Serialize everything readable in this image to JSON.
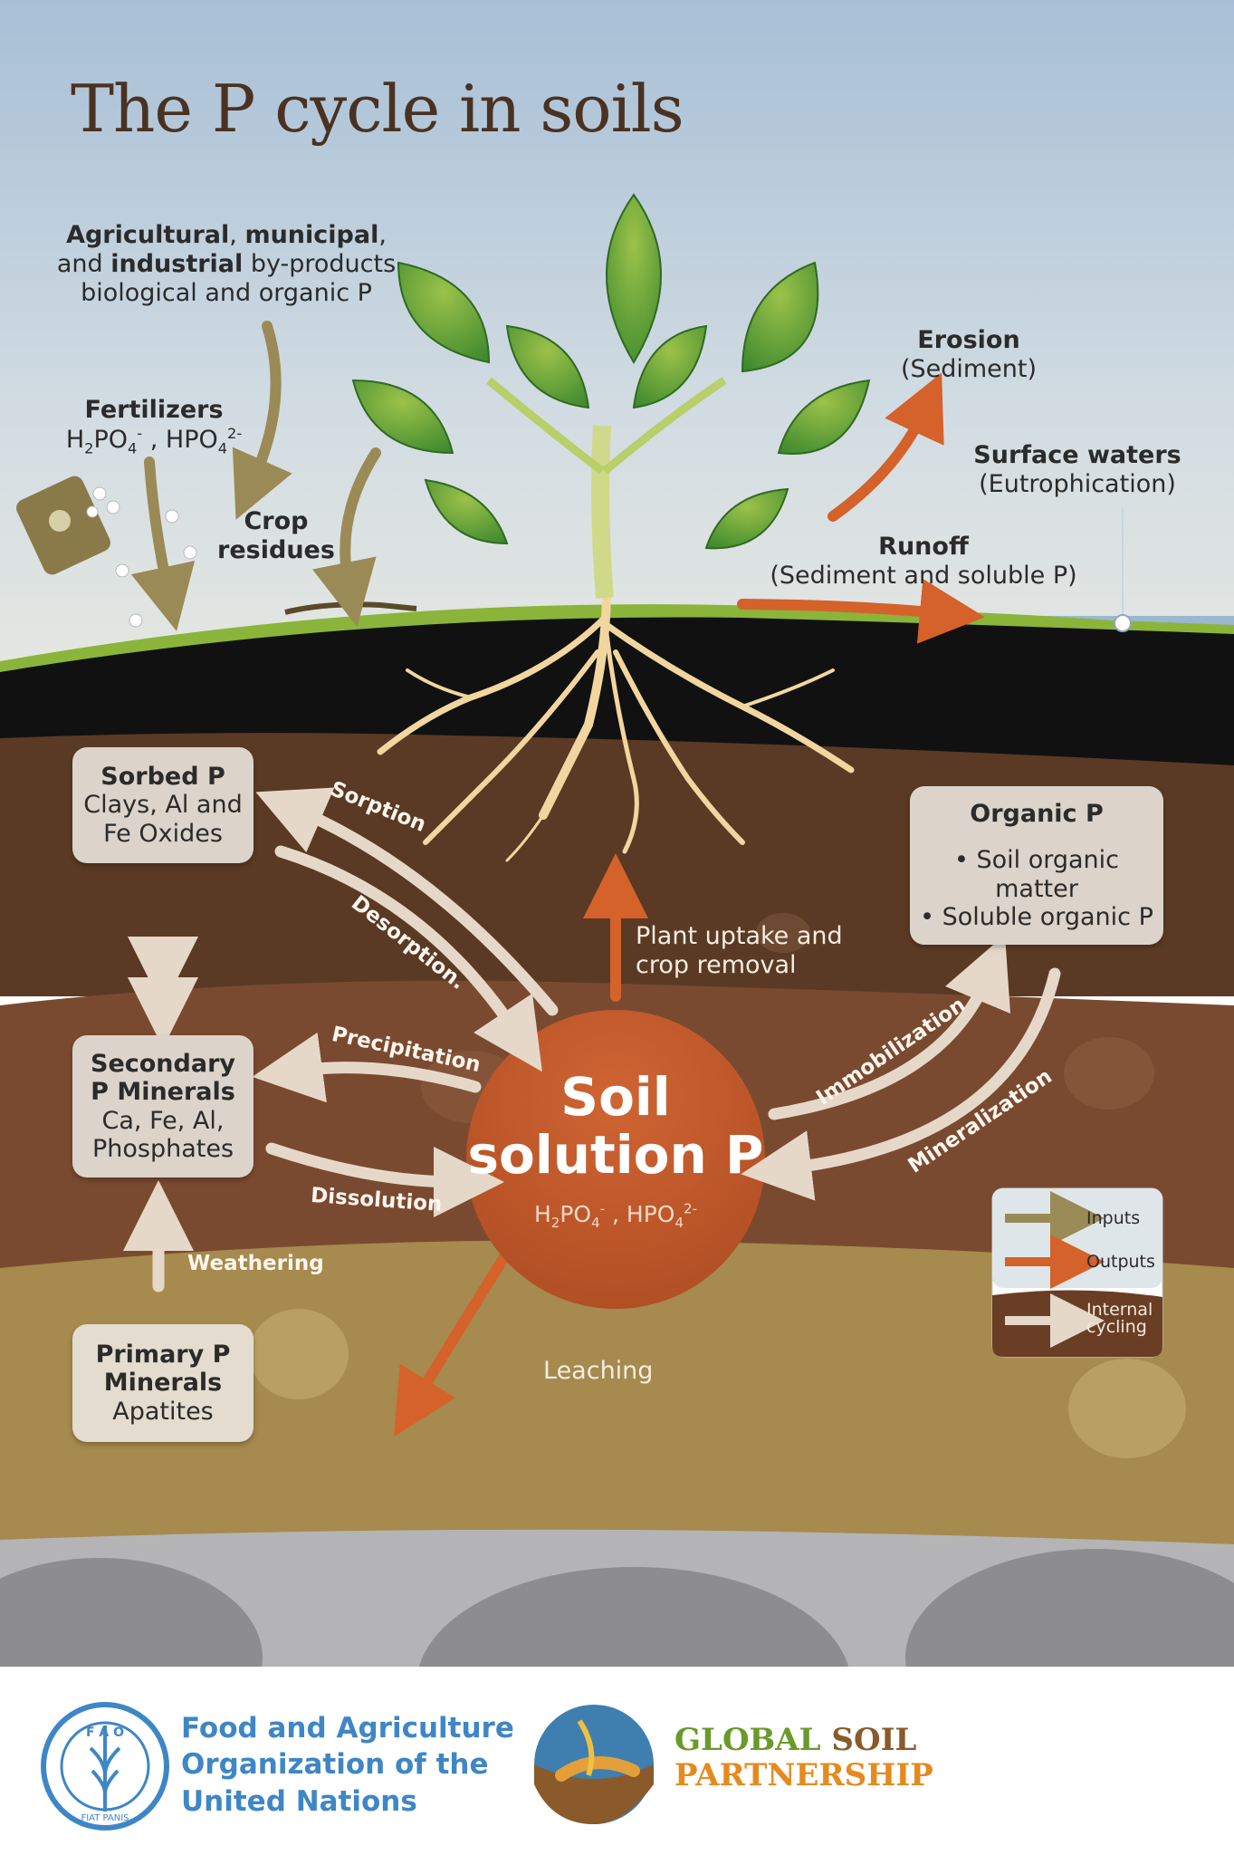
{
  "title": "The P cycle in soils",
  "inputs": {
    "byproducts": {
      "line1_a": "Agricultural",
      "line1_b": ", ",
      "line1_c": "municipal",
      "line1_d": ",",
      "line2_a": "and ",
      "line2_b": "industrial",
      "line2_c": " by-products",
      "line3": "biological and organic P"
    },
    "fertilizers": {
      "title": "Fertilizers",
      "formula_a": "H",
      "formula_a_sub": "2",
      "formula_b": "PO",
      "formula_b_sub": "4",
      "formula_b_sup": "-",
      "formula_sep": " ,  ",
      "formula_c": "HPO",
      "formula_c_sub": "4",
      "formula_c_sup": "2-"
    },
    "crop_residues": {
      "line1": "Crop",
      "line2": "residues"
    }
  },
  "outputs": {
    "erosion": {
      "title": "Erosion",
      "sub": "(Sediment)"
    },
    "surface_waters": {
      "title": "Surface waters",
      "sub": "(Eutrophication)"
    },
    "runoff": {
      "title": "Runoff",
      "sub": "(Sediment and soluble P)"
    },
    "plant_uptake": {
      "line1": "Plant uptake and",
      "line2": "crop removal"
    },
    "leaching": "Leaching"
  },
  "pools": {
    "sorbed": {
      "title": "Sorbed P",
      "line1": "Clays, Al and",
      "line2": "Fe Oxides"
    },
    "secondary": {
      "title1": "Secondary",
      "title2": "P Minerals",
      "line1": "Ca, Fe, Al,",
      "line2": "Phosphates"
    },
    "primary": {
      "title1": "Primary P",
      "title2": "Minerals",
      "line1": "Apatites"
    },
    "organic": {
      "title": "Organic P",
      "item1": "• Soil organic matter",
      "item2": "• Soluble organic P"
    },
    "solution": {
      "line1": "Soil",
      "line2": "solution P",
      "formula_a": "H",
      "formula_a_sub": "2",
      "formula_b": "PO",
      "formula_b_sub": "4",
      "formula_b_sup": "-",
      "formula_sep": " ,  ",
      "formula_c": "HPO",
      "formula_c_sub": "4",
      "formula_c_sup": "2-"
    }
  },
  "processes": {
    "sorption": "Sorption",
    "desorption": "Desorption.",
    "precipitation": "Precipitation",
    "dissolution": "Dissolution",
    "weathering": "Weathering",
    "immobilization": "Immobilization",
    "mineralization": "Mineralization"
  },
  "legend": {
    "inputs": "Inputs",
    "outputs": "Outputs",
    "internal_1": "Internal",
    "internal_2": "cycling"
  },
  "logos": {
    "fao": {
      "line1": "Food and Agriculture",
      "line2": "Organization of the",
      "line3": "United Nations",
      "emblem_text": "FIAT PANIS",
      "emblem_letters": "F A O"
    },
    "gsp": {
      "word1": "GLOBAL ",
      "word2": "SOIL",
      "word3": "PARTNERSHIP"
    }
  },
  "colors": {
    "input_arrow": "#9a8a55",
    "output_arrow": "#d4622a",
    "internal_arrow": "#e6d8c8",
    "solution_circle": "#c25a2c",
    "box_fill": "#dcd3ca",
    "fao_blue": "#3f86c6",
    "gsp_green": "#6a9a2a",
    "gsp_orange": "#e58a1f"
  }
}
